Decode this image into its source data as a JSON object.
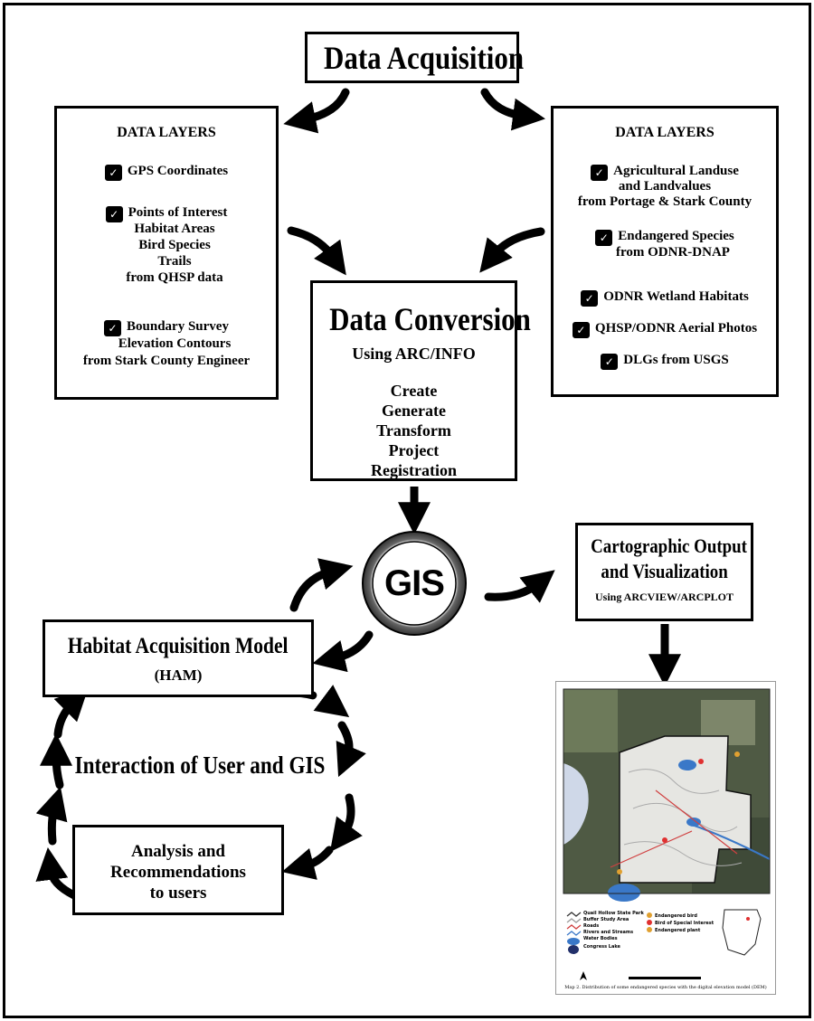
{
  "title": "Data Acquisition",
  "left_layers": {
    "heading": "DATA LAYERS",
    "items": [
      {
        "lines": [
          "GPS Coordinates"
        ]
      },
      {
        "lines": [
          "Points of Interest",
          "Habitat Areas",
          "Bird Species",
          "Trails",
          "from QHSP data"
        ]
      },
      {
        "lines": [
          "Boundary Survey",
          "Elevation Contours",
          "from Stark County Engineer"
        ]
      }
    ]
  },
  "right_layers": {
    "heading": "DATA LAYERS",
    "items": [
      {
        "lines": [
          "Agricultural Landuse",
          "and Landvalues",
          "from Portage & Stark County"
        ]
      },
      {
        "lines": [
          "Endangered Species",
          "from ODNR-DNAP"
        ]
      },
      {
        "lines": [
          "ODNR Wetland Habitats"
        ]
      },
      {
        "lines": [
          "QHSP/ODNR Aerial Photos"
        ]
      },
      {
        "lines": [
          "DLGs from USGS"
        ]
      }
    ]
  },
  "conversion": {
    "title": "Data Conversion",
    "subtitle": "Using ARC/INFO",
    "steps": [
      "Create",
      "Generate",
      "Transform",
      "Project",
      "Registration"
    ]
  },
  "gis": "GIS",
  "output": {
    "title_line1": "Cartographic Output",
    "title_line2": "and Visualization",
    "subtitle": "Using ARCVIEW/ARCPLOT"
  },
  "ham": {
    "title": "Habitat Acquisition Model",
    "subtitle": "(HAM)"
  },
  "interaction": "Interaction of User and GIS",
  "analysis": {
    "lines": [
      "Analysis and",
      "Recommendations",
      "to users"
    ]
  },
  "map": {
    "legend_left": [
      "Quail Hollow State Park",
      "Buffer Study Area",
      "Roads",
      "Rivers and Streams",
      "Water Bodies",
      "Congress Lake"
    ],
    "legend_right": [
      "Endangered bird",
      "Bird of Special Interest",
      "Endangered plant"
    ],
    "caption": "Map 2. Distribution of some endangered species with the digital elevation model (DEM)"
  },
  "colors": {
    "border": "#000000",
    "gis_ring": "#888888",
    "map_water": "#3a78c8",
    "map_poi": "#e03030"
  }
}
